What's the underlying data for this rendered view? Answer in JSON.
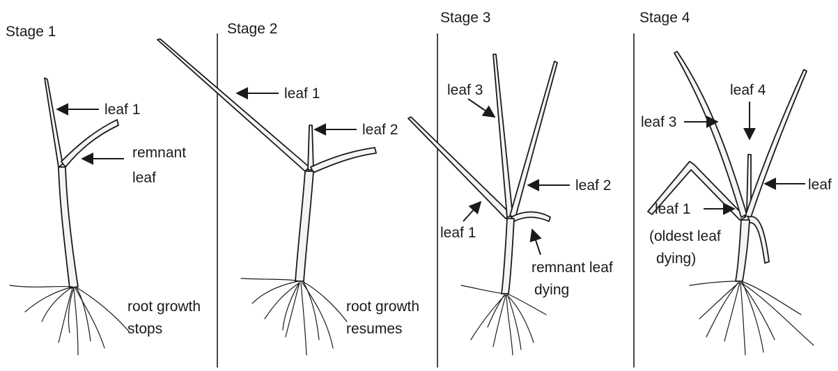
{
  "stages": [
    {
      "title": "Stage 1",
      "labels": [
        "leaf 1",
        "remnant",
        "leaf",
        "root growth",
        "stops"
      ]
    },
    {
      "title": "Stage 2",
      "labels": [
        "leaf 1",
        "leaf 2",
        "root growth",
        "resumes"
      ]
    },
    {
      "title": "Stage 3",
      "labels": [
        "leaf 3",
        "leaf 2",
        "leaf 1",
        "remnant leaf",
        "dying"
      ]
    },
    {
      "title": "Stage 4",
      "labels": [
        "leaf 4",
        "leaf 3",
        "leaf",
        "leaf 1",
        "(oldest leaf",
        "dying)"
      ]
    }
  ]
}
